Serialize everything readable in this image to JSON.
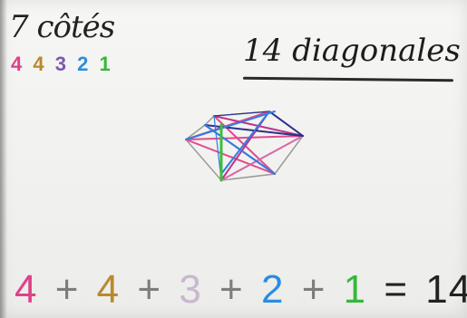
{
  "title": "7 côtés",
  "counts": [
    {
      "text": "4",
      "color": "#e0408a"
    },
    {
      "text": "4",
      "color": "#b8892f"
    },
    {
      "text": "3",
      "color": "#7a5aa8"
    },
    {
      "text": "2",
      "color": "#2a8de0"
    },
    {
      "text": "1",
      "color": "#34b83a"
    }
  ],
  "headline": "14 diagonales",
  "equation": [
    {
      "text": "4",
      "color": "#e0408a"
    },
    {
      "text": "+",
      "color": "#7d7d7d"
    },
    {
      "text": "4",
      "color": "#b8892f"
    },
    {
      "text": "+",
      "color": "#7d7d7d"
    },
    {
      "text": "3",
      "color": "#c9b8cf"
    },
    {
      "text": "+",
      "color": "#7d7d7d"
    },
    {
      "text": "2",
      "color": "#2a8de0"
    },
    {
      "text": "+",
      "color": "#7d7d7d"
    },
    {
      "text": "1",
      "color": "#34b83a"
    },
    {
      "text": "=",
      "color": "#222222"
    },
    {
      "text": "14",
      "color": "#222222"
    }
  ],
  "colors": {
    "pink": "#e24a8c",
    "magenta": "#c0338a",
    "blue": "#2d7fe0",
    "navy": "#2b2f8a",
    "green": "#3bbf3b",
    "outline": "#9a9a9a"
  }
}
